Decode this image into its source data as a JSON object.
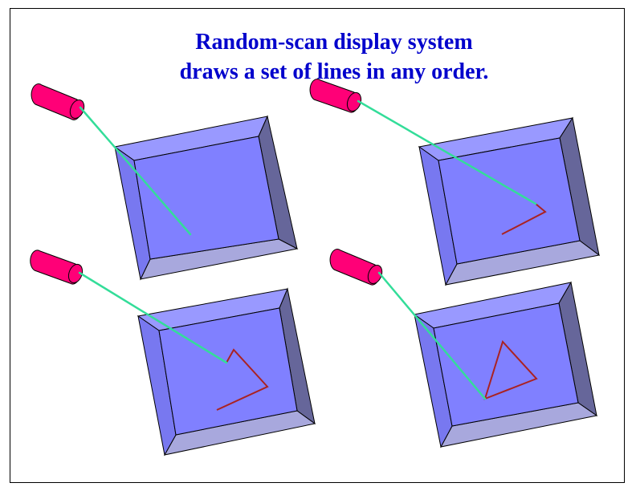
{
  "title": {
    "line1": "Random-scan display system",
    "line2": "draws a set of lines in any order."
  },
  "colors": {
    "title": "#0000cc",
    "screen_face": "#8080ff",
    "bevel_top": "#9999ff",
    "bevel_left": "#7878f0",
    "bevel_right": "#66669a",
    "bevel_bottom": "#a8a8dd",
    "electron_gun": "#ff0077",
    "electron_beam": "#33dd99",
    "drawn_lines": "#aa2222"
  },
  "panels": [
    {
      "name": "panel-step-1",
      "lines_drawn": 0
    },
    {
      "name": "panel-step-2",
      "lines_drawn": 1
    },
    {
      "name": "panel-step-3",
      "lines_drawn": 2
    },
    {
      "name": "panel-step-4",
      "lines_drawn": 3
    }
  ]
}
